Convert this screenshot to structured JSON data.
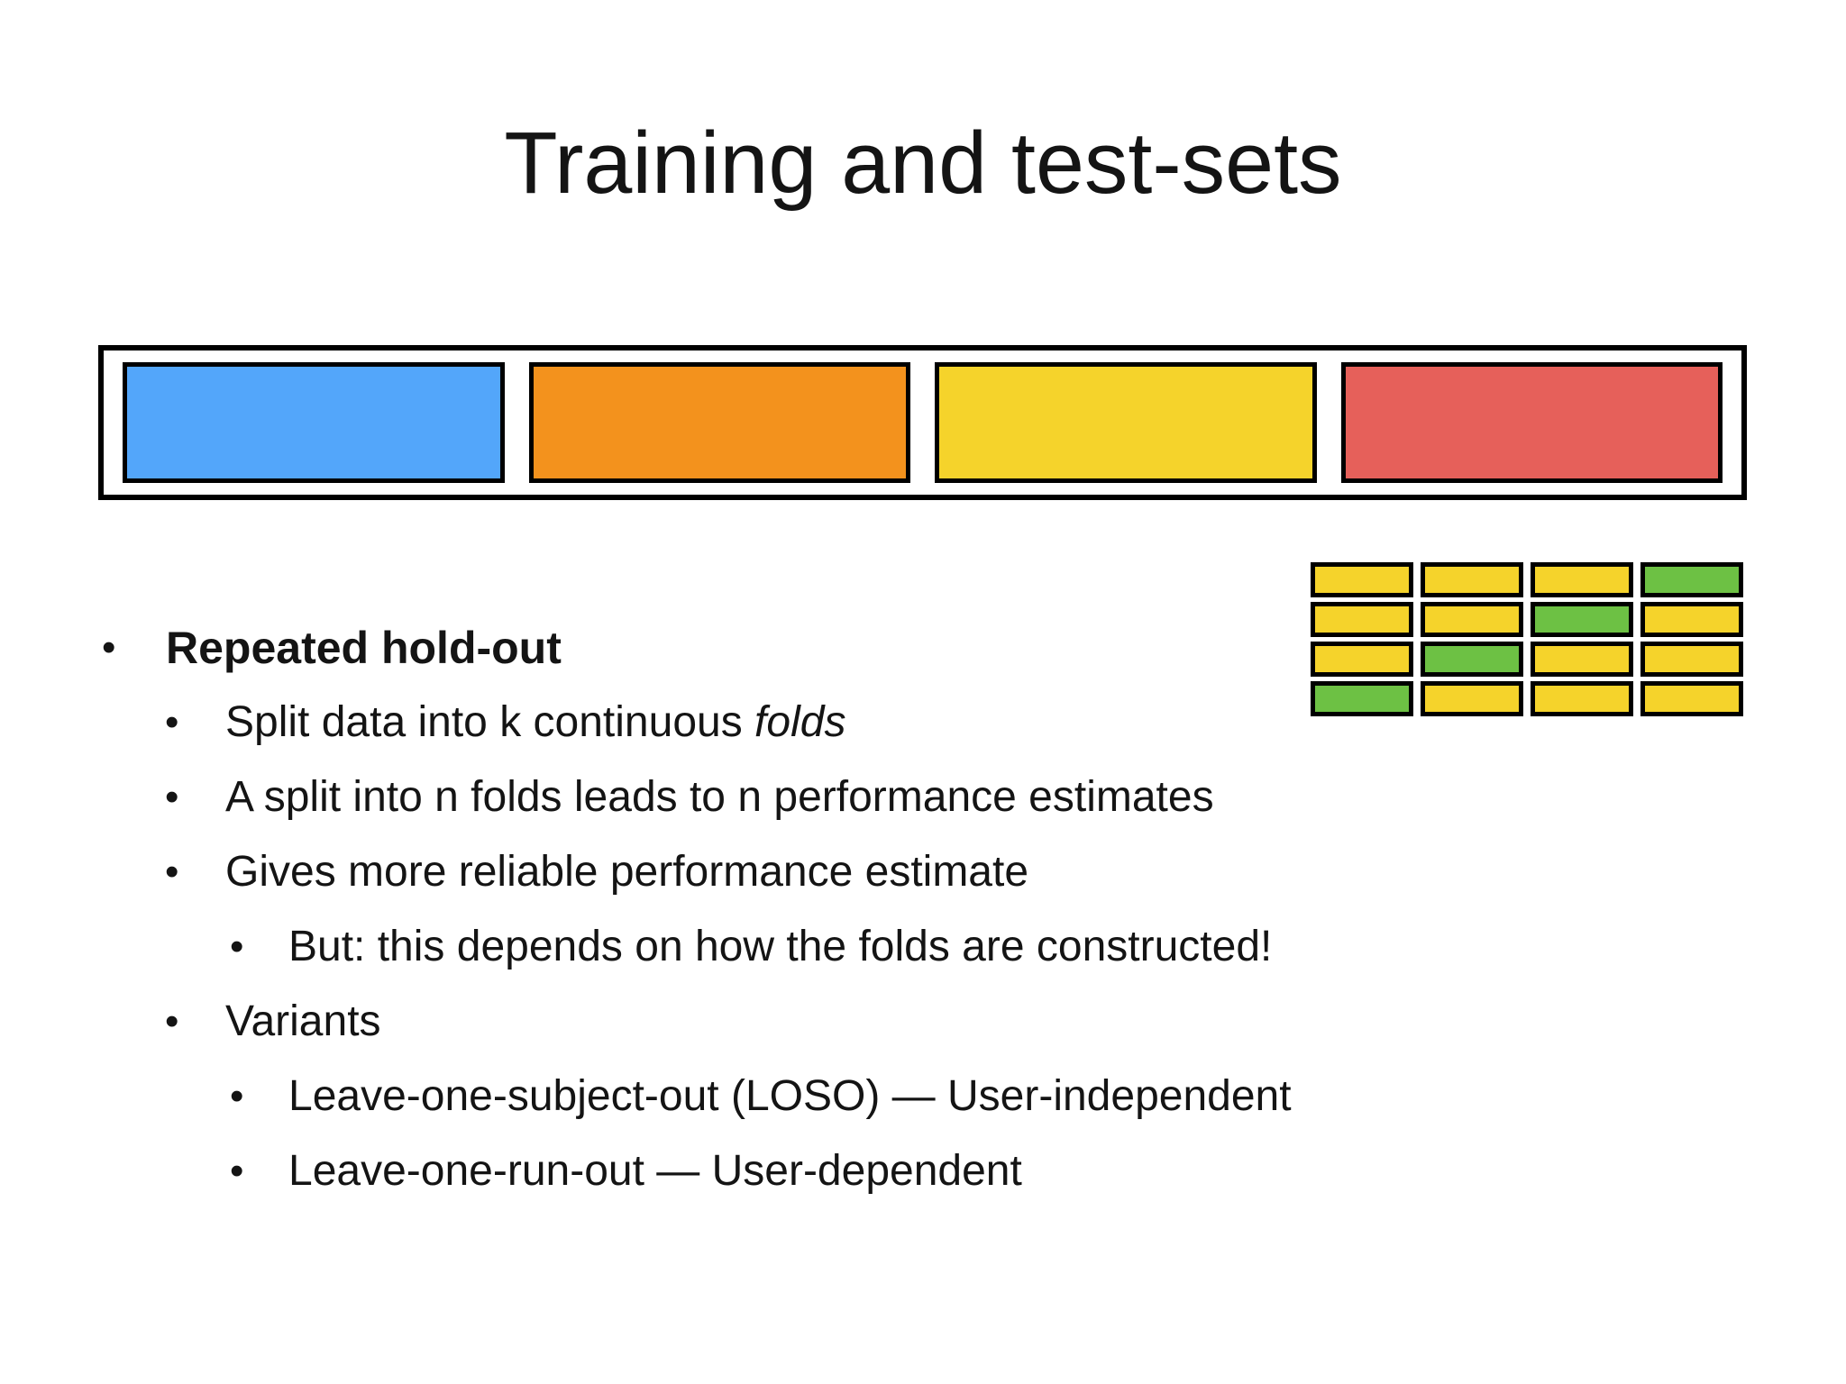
{
  "slide": {
    "title": "Training and test-sets",
    "background": "#ffffff",
    "text_color": "#141414"
  },
  "fold_bar": {
    "label": "dataset-split-into-four-folds",
    "border_color": "#000000",
    "segments": [
      {
        "name": "fold-segment-blue",
        "color": "#53A6FA"
      },
      {
        "name": "fold-segment-orange",
        "color": "#F3921D"
      },
      {
        "name": "fold-segment-yellow",
        "color": "#F5D32B"
      },
      {
        "name": "fold-segment-red",
        "color": "#E6605A"
      }
    ]
  },
  "fold_grid": {
    "label": "repeated-hold-out-grid",
    "rows": 4,
    "cols": 4,
    "train_color": "#F5D32B",
    "test_color": "#6DC144",
    "border_color": "#000000",
    "cells": [
      [
        "train",
        "train",
        "train",
        "test"
      ],
      [
        "train",
        "train",
        "test",
        "train"
      ],
      [
        "train",
        "test",
        "train",
        "train"
      ],
      [
        "test",
        "train",
        "train",
        "train"
      ]
    ]
  },
  "bullets": [
    {
      "level": 1,
      "runs": [
        {
          "text": "Repeated hold-out",
          "style": "bold"
        }
      ]
    },
    {
      "level": 2,
      "runs": [
        {
          "text": "Split data into k continuous ",
          "style": "normal"
        },
        {
          "text": "folds",
          "style": "italic"
        }
      ]
    },
    {
      "level": 2,
      "runs": [
        {
          "text": "A split into n folds leads to n performance estimates",
          "style": "normal"
        }
      ]
    },
    {
      "level": 2,
      "runs": [
        {
          "text": "Gives more reliable performance estimate",
          "style": "normal"
        }
      ]
    },
    {
      "level": 3,
      "runs": [
        {
          "text": "But: this depends on how the folds are constructed!",
          "style": "normal"
        }
      ]
    },
    {
      "level": 2,
      "runs": [
        {
          "text": "Variants",
          "style": "normal"
        }
      ]
    },
    {
      "level": 3,
      "runs": [
        {
          "text": "Leave-one-subject-out (LOSO) — User-independent",
          "style": "normal"
        }
      ]
    },
    {
      "level": 3,
      "runs": [
        {
          "text": "Leave-one-run-out — User-dependent",
          "style": "normal"
        }
      ]
    }
  ],
  "bullet_marker_glyph": "•"
}
